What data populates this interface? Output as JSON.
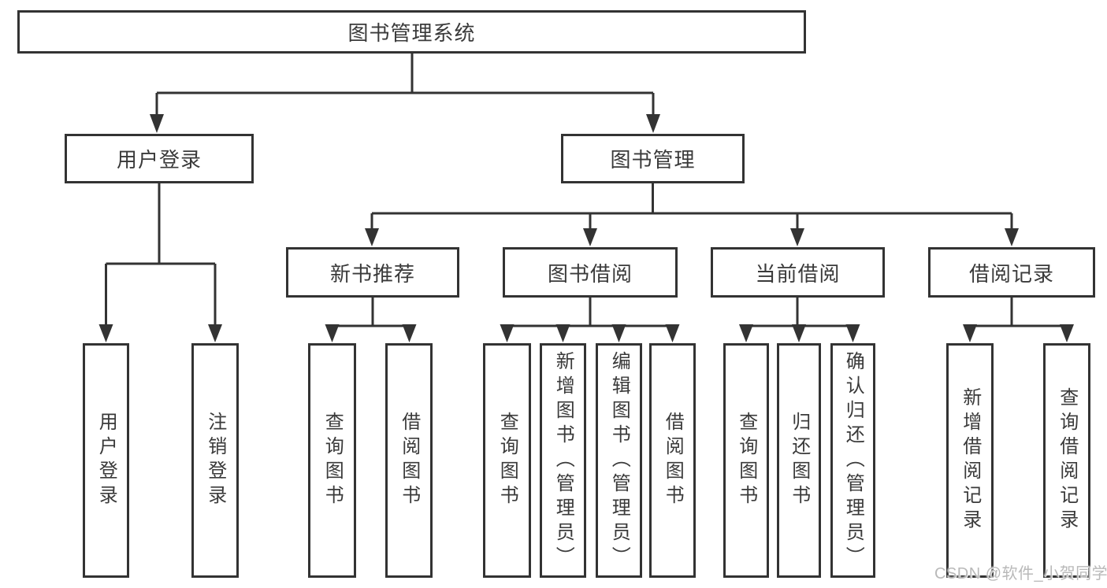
{
  "diagram": {
    "tree": {
      "root": {
        "label": "图书管理系统"
      },
      "children": [
        {
          "label": "用户登录",
          "children": [
            {
              "label": "用户登录"
            },
            {
              "label": "注销登录"
            }
          ]
        },
        {
          "label": "图书管理",
          "children": [
            {
              "label": "新书推荐",
              "children": [
                {
                  "label": "查询图书"
                },
                {
                  "label": "借阅图书"
                }
              ]
            },
            {
              "label": "图书借阅",
              "children": [
                {
                  "label": "查询图书"
                },
                {
                  "label": "新增图书（管理员）"
                },
                {
                  "label": "编辑图书（管理员）"
                },
                {
                  "label": "借阅图书"
                }
              ]
            },
            {
              "label": "当前借阅",
              "children": [
                {
                  "label": "查询图书"
                },
                {
                  "label": "归还图书"
                },
                {
                  "label": "确认归还（管理员）"
                }
              ]
            },
            {
              "label": "借阅记录",
              "children": [
                {
                  "label": "新增借阅记录"
                },
                {
                  "label": "查询借阅记录"
                }
              ]
            }
          ]
        }
      ]
    },
    "colors": {
      "line": "#333333",
      "text": "#3a3a3a",
      "background": "#ffffff",
      "watermark": "#b9b9b9"
    }
  },
  "watermark": {
    "text": "CSDN @软件_小贺同学"
  }
}
